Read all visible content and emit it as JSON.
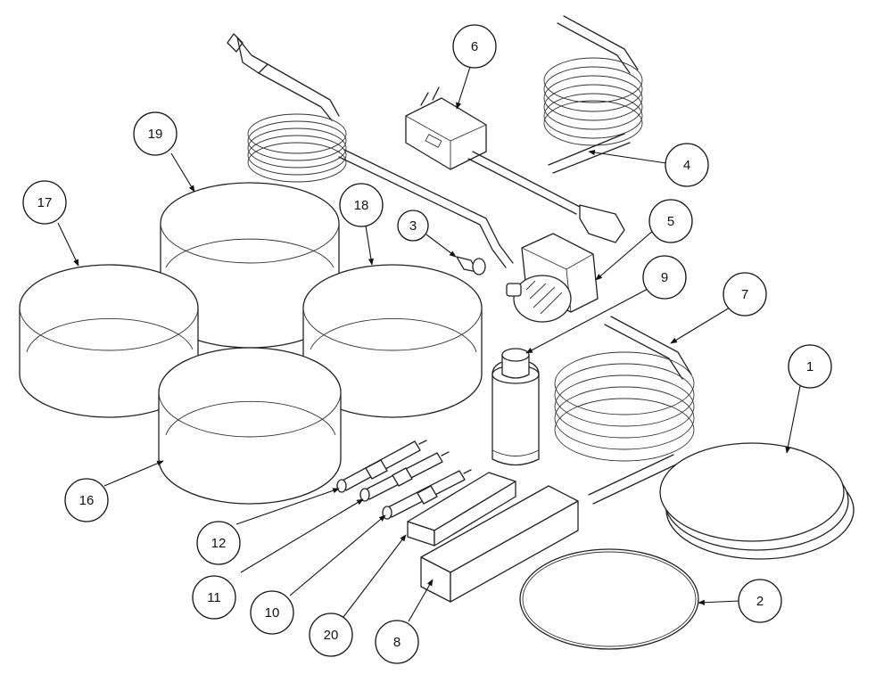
{
  "callouts": [
    {
      "id": "1",
      "label": "1"
    },
    {
      "id": "2",
      "label": "2"
    },
    {
      "id": "3",
      "label": "3"
    },
    {
      "id": "4",
      "label": "4"
    },
    {
      "id": "5",
      "label": "5"
    },
    {
      "id": "6",
      "label": "6"
    },
    {
      "id": "7",
      "label": "7"
    },
    {
      "id": "8",
      "label": "8"
    },
    {
      "id": "9",
      "label": "9"
    },
    {
      "id": "10",
      "label": "10"
    },
    {
      "id": "11",
      "label": "11"
    },
    {
      "id": "12",
      "label": "12"
    },
    {
      "id": "16",
      "label": "16"
    },
    {
      "id": "17",
      "label": "17"
    },
    {
      "id": "18",
      "label": "18"
    },
    {
      "id": "19",
      "label": "19"
    },
    {
      "id": "20",
      "label": "20"
    }
  ]
}
